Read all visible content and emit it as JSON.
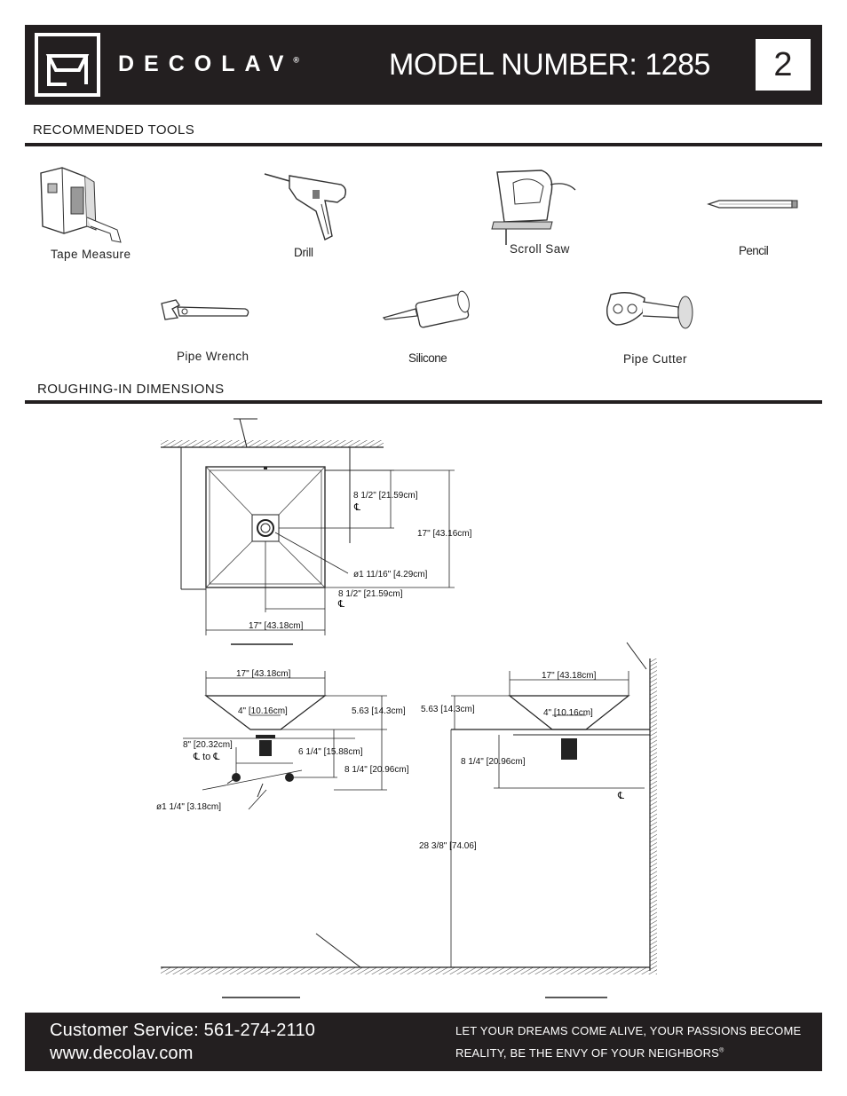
{
  "header": {
    "brand": "DECOLAV",
    "brand_mark": "®",
    "model_title": "MODEL NUMBER: 1285",
    "page_number": "2"
  },
  "tools_section": {
    "title": "RECOMMENDED  TOOLS",
    "tools": [
      {
        "label": "Tape  Measure",
        "icon": "tape-measure-icon"
      },
      {
        "label": "Drill",
        "icon": "drill-icon"
      },
      {
        "label": "Scroll  Saw",
        "icon": "scroll-saw-icon"
      },
      {
        "label": "Pencil",
        "icon": "pencil-icon"
      },
      {
        "label": "Pipe  Wrench",
        "icon": "pipe-wrench-icon"
      },
      {
        "label": "Silicone",
        "icon": "silicone-icon"
      },
      {
        "label": "Pipe  Cutter",
        "icon": "pipe-cutter-icon"
      }
    ]
  },
  "roughing_section": {
    "title": "ROUGHING-IN  DIMENSIONS",
    "dims": {
      "top_depth": "8 1/2\" [21.59cm]",
      "top_length": "17\" [43.16cm]",
      "drain_dia": "1 11/16\" [4.29cm]",
      "top_offset": "8 1/2\" [21.59cm]",
      "top_width": "17\" [43.18cm]",
      "front_width": "17\" [43.18cm]",
      "front_drain": "4\" [10.16cm]",
      "front_height": "5.63 [14.3cm]",
      "front_spacing": "8\" [20.32cm]",
      "front_spacing_sub": "to",
      "front_supply": "6 1/4\" [15.88cm]",
      "front_drain_h": "8 1/4\" [20.96cm]",
      "front_supply_dia": "1 1/4\" [3.18cm]",
      "side_width": "17\" [43.18cm]",
      "side_drain": "4\" [10.16cm]",
      "side_height": "5.63 [14.3cm]",
      "side_drain_h": "8 1/4\" [20.96cm]",
      "side_counter_h": "28 3/8\" [74.06]"
    }
  },
  "footer": {
    "customer_service": "Customer Service: 561-274-2110",
    "website": "www.decolav.com",
    "tagline_1": "LET  YOUR DREAMS COME ALIVE, YOUR PASSIONS BECOME",
    "tagline_2": "REALITY, BE THE ENVY OF YOUR NEIGHBORS",
    "tagline_mark": "®"
  },
  "colors": {
    "header_bg": "#231f20",
    "header_text": "#ffffff"
  }
}
